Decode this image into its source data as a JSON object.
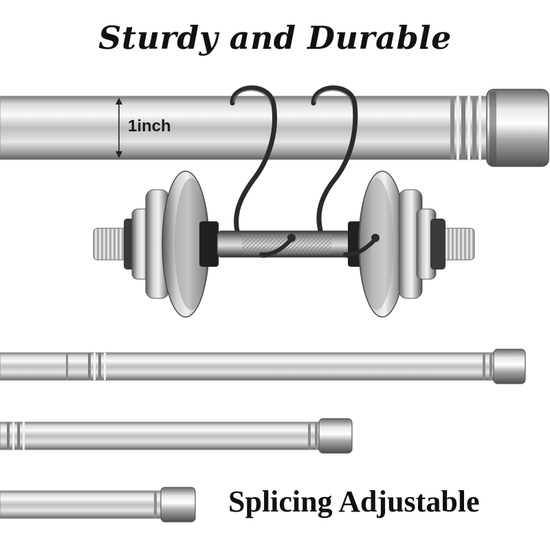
{
  "headline": "Sturdy and Durable",
  "diameter_label": "1inch",
  "footer": "Splicing Adjustable",
  "colors": {
    "text": "#111111",
    "chrome_light": "#f4f4f4",
    "chrome_mid": "#b8b8b8",
    "chrome_dark": "#6e6e6e",
    "hook": "#2a2a2a"
  }
}
